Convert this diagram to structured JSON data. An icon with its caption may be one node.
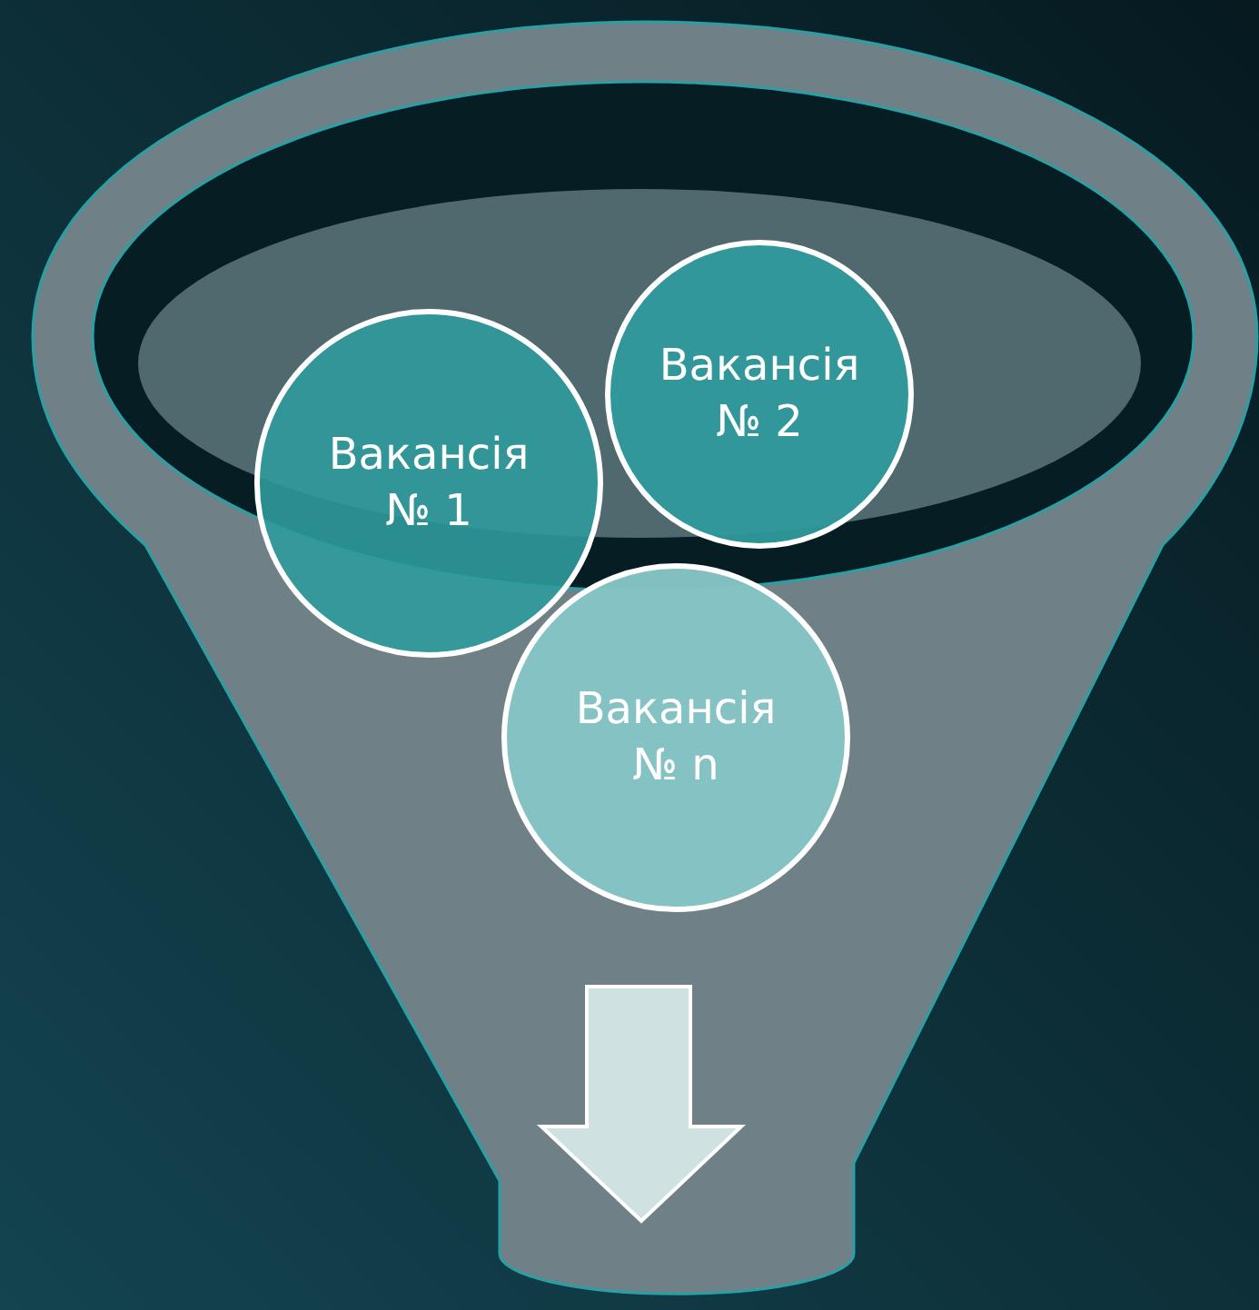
{
  "diagram": {
    "nodes": [
      {
        "text": [
          "Вакансія № 1"
        ]
      },
      {
        "text": [
          "Вакансія № 2"
        ]
      },
      {
        "text": [
          "Вакансія № n"
        ]
      }
    ]
  }
}
